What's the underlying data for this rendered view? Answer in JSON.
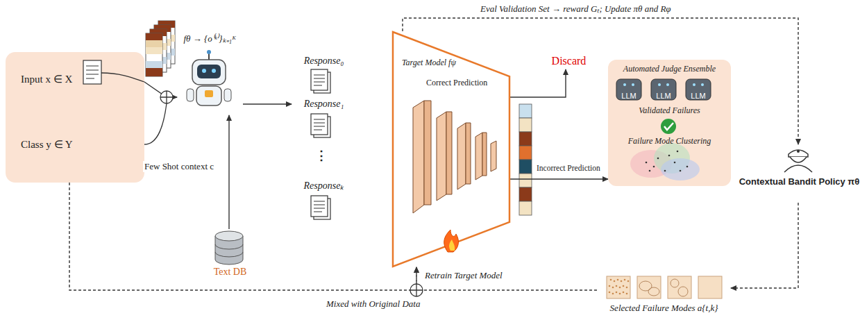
{
  "diagram": {
    "nodes": [
      {
        "text": [
          "Input x ∈ X",
          "Class y ∈ Y"
        ]
      },
      {
        "text": [
          "fθ → {o⁽ᵏ⁾}ₖ₌₁ᴷ"
        ]
      },
      {
        "text": [
          "Text DB"
        ]
      },
      {
        "text": [
          "Response₀"
        ]
      },
      {
        "text": [
          "Response₁"
        ]
      },
      {
        "text": [
          "Responseₖ"
        ]
      },
      {
        "text": [
          "Target Model fψ"
        ]
      },
      {
        "text": [
          "Discard"
        ]
      },
      {
        "text": [
          "Automated Judge Ensemble",
          "Validated Failures",
          "Failure Mode Clustering"
        ]
      },
      {
        "text": [
          "Contextual Bandit Policy πθ"
        ]
      },
      {
        "text": [
          "Selected Failure Modes a{t,k}"
        ]
      }
    ],
    "edges": [
      {
        "from": 0,
        "to": 1,
        "arrow": "to"
      },
      {
        "from": 2,
        "to": 1,
        "arrow": "to",
        "label": "Few Shot context c"
      },
      {
        "from": 1,
        "to": 4,
        "arrow": "to"
      },
      {
        "from": 6,
        "to": 7,
        "arrow": "to",
        "label": "Correct Prediction"
      },
      {
        "from": 6,
        "to": 8,
        "arrow": "to",
        "label": "Incorrect Prediction"
      },
      {
        "from": 6,
        "to": 9,
        "arrow": "to",
        "label": "Eval Validation Set → reward Gₜ; Update πθ and Rφ"
      },
      {
        "from": 9,
        "to": 10,
        "arrow": "to"
      },
      {
        "from": 10,
        "to": 6,
        "arrow": "to",
        "label": "Mixed with Original Data"
      },
      {
        "from": 0,
        "to": 6,
        "arrow": "to"
      }
    ],
    "labels": [
      "⋮",
      "LLM",
      "LLM",
      "LLM",
      "Retrain Target Model"
    ]
  }
}
